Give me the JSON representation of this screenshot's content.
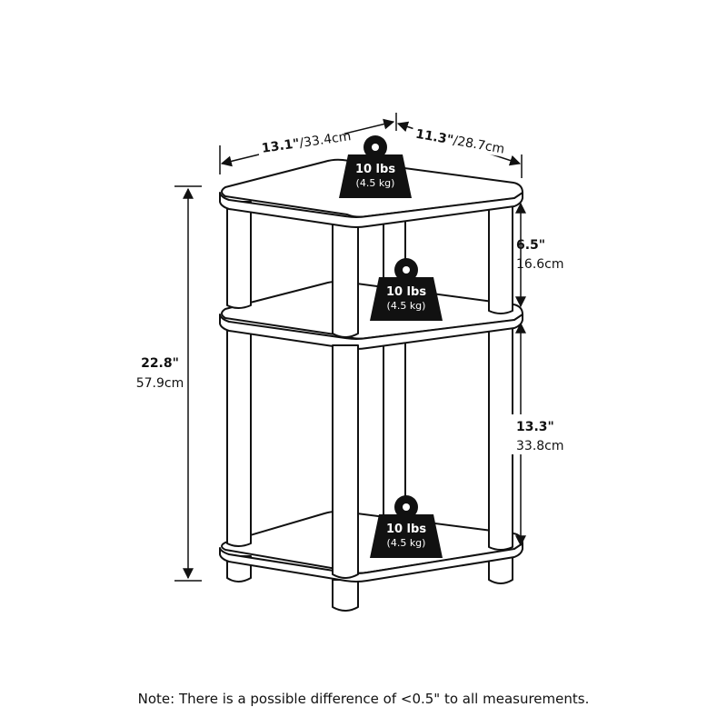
{
  "dimensions": {
    "width": {
      "imperial": "13.1\"",
      "metric": "/33.4cm"
    },
    "depth": {
      "imperial": "11.3\"",
      "metric": "/28.7cm"
    },
    "total_height": {
      "imperial": "22.8\"",
      "metric": "57.9cm"
    },
    "top_gap": {
      "imperial": "6.5\"",
      "metric": "16.6cm"
    },
    "bottom_gap": {
      "imperial": "13.3\"",
      "metric": "33.8cm"
    }
  },
  "weight_capacity": [
    {
      "shelf": "top",
      "lbs": "10 lbs",
      "kg": "(4.5 kg)"
    },
    {
      "shelf": "middle",
      "lbs": "10 lbs",
      "kg": "(4.5 kg)"
    },
    {
      "shelf": "bottom",
      "lbs": "10 lbs",
      "kg": "(4.5 kg)"
    }
  ],
  "note": "Note: There is a possible difference of <0.5\" to all measurements.",
  "colors": {
    "line": "#111111",
    "fill": "#ffffff",
    "weight": "#111111"
  }
}
